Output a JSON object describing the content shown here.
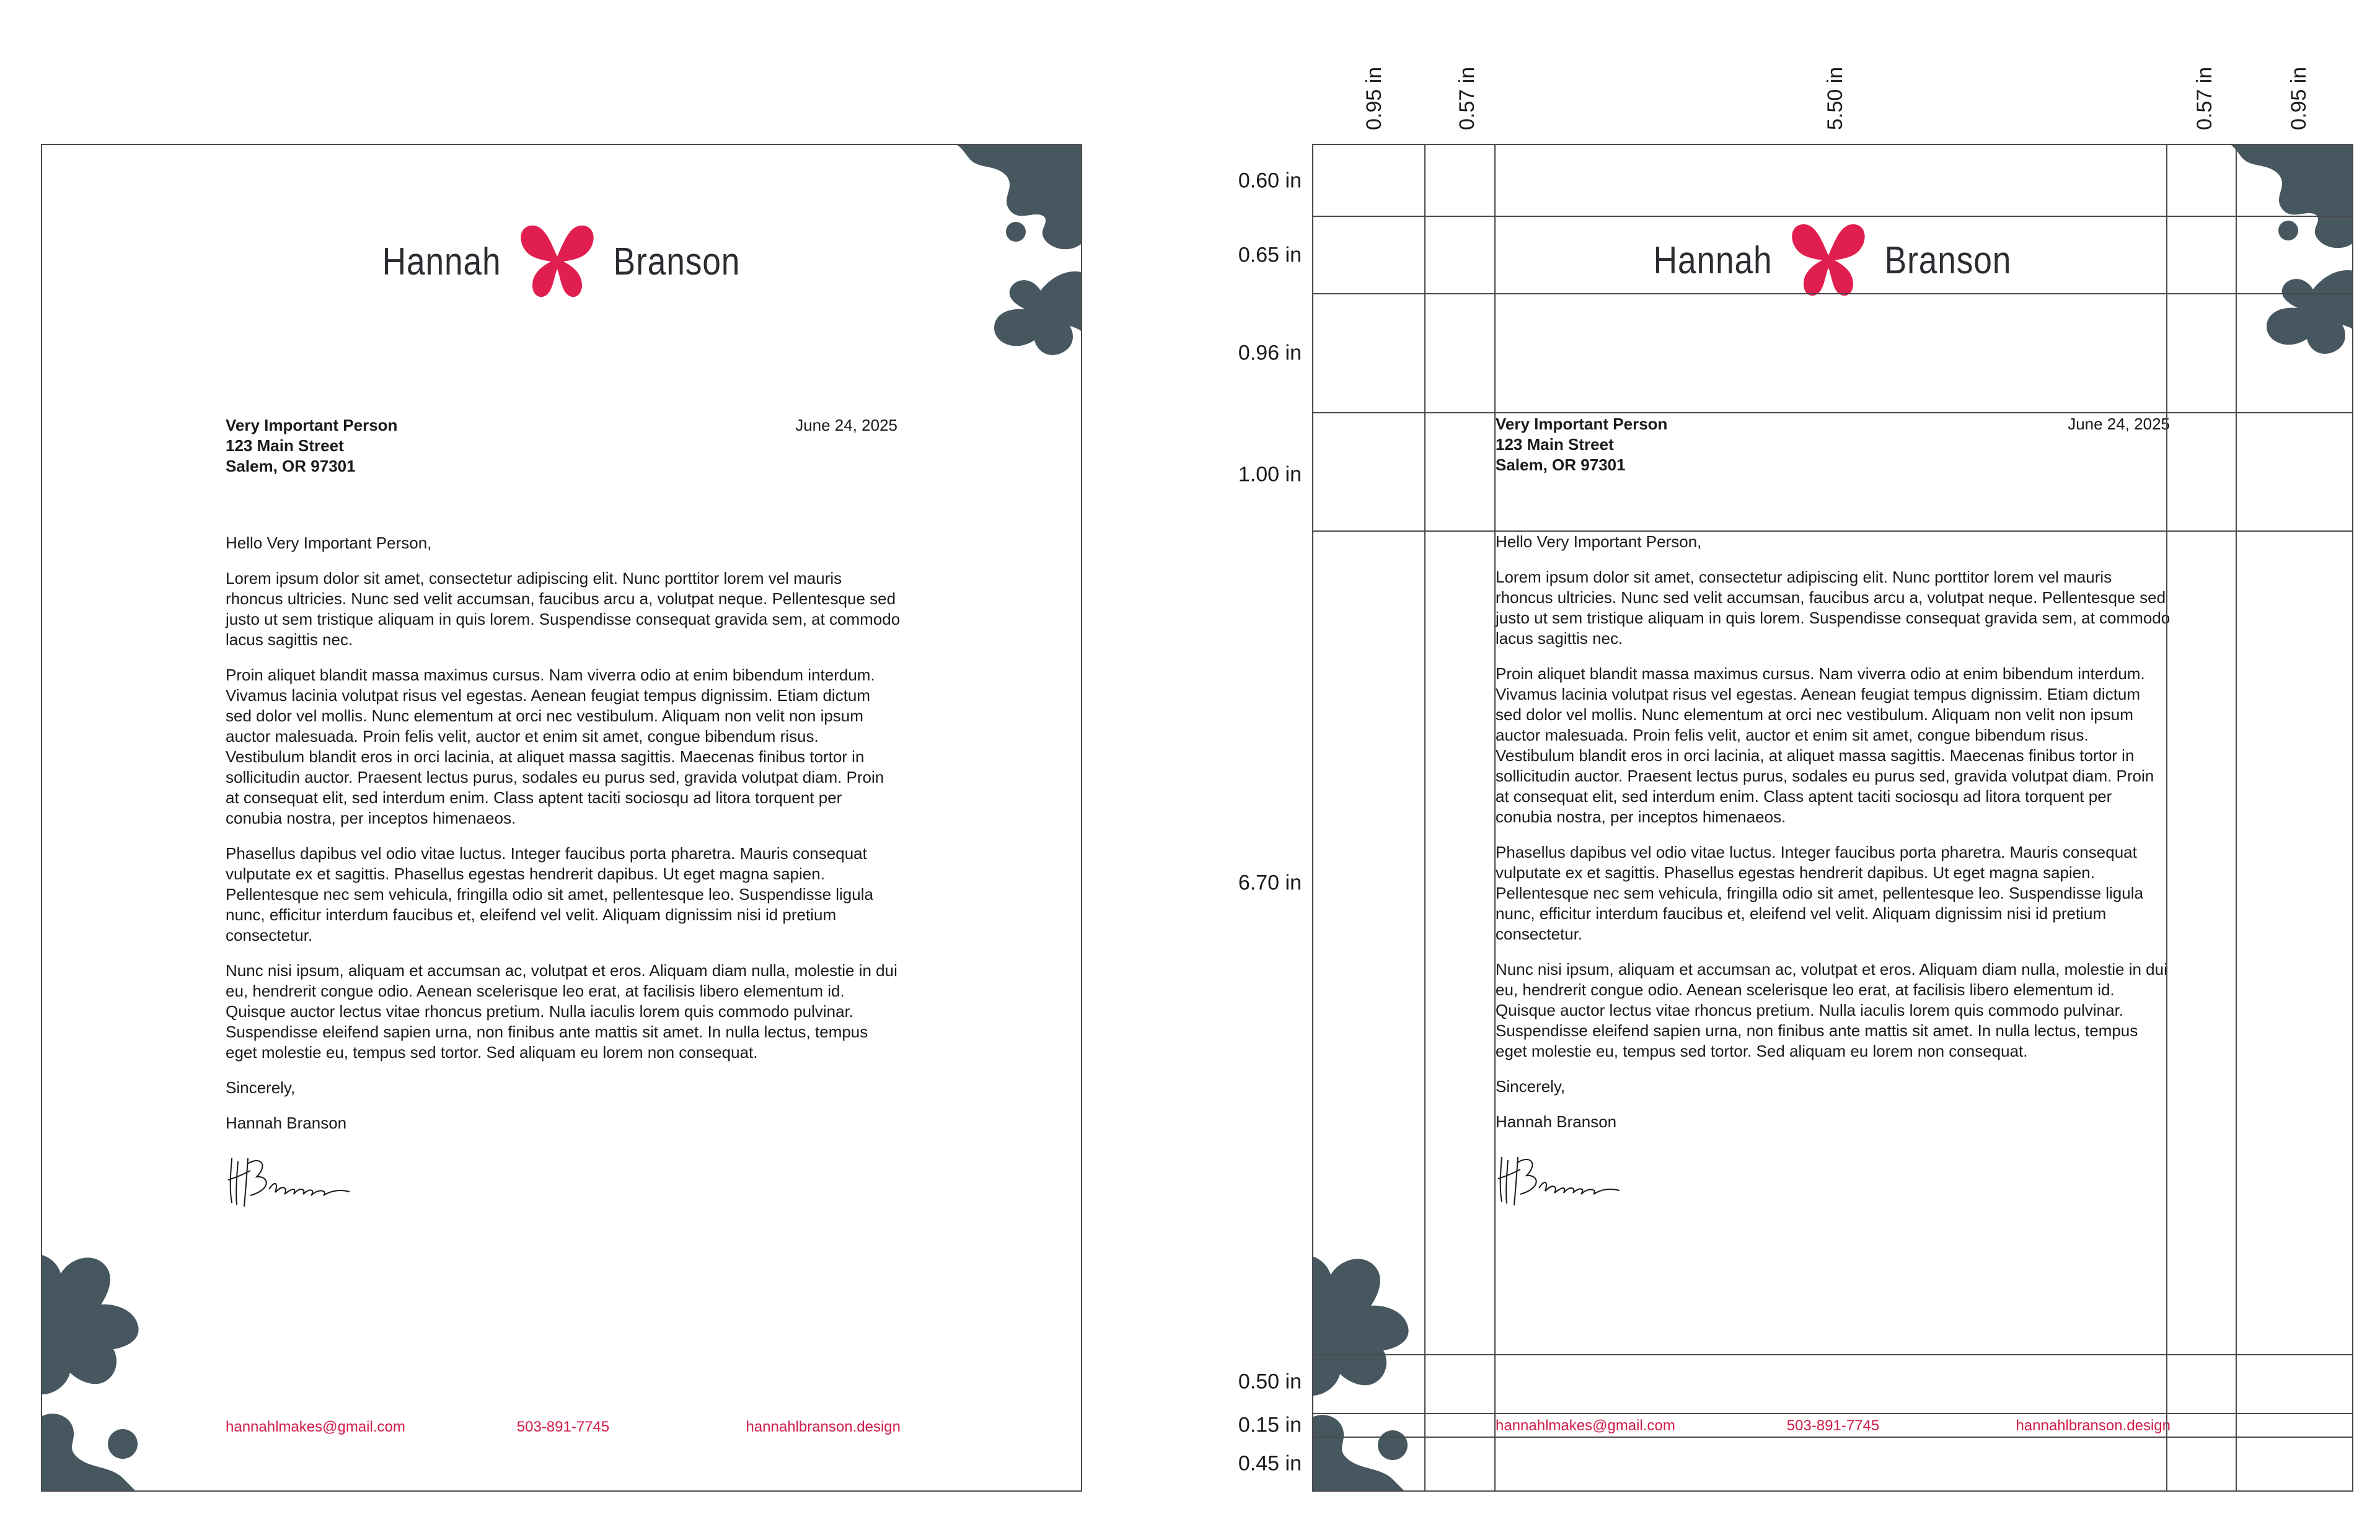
{
  "letterhead": {
    "first_name": "Hannah",
    "last_name": "Branson",
    "recipient": {
      "name": "Very Important Person",
      "street": "123 Main Street",
      "city": "Salem, OR 97301"
    },
    "date": "June 24, 2025",
    "greeting": "Hello Very Important Person,",
    "paragraphs": [
      "Lorem ipsum dolor sit amet, consectetur adipiscing elit. Nunc porttitor lorem vel mauris rhoncus ultricies. Nunc sed velit accumsan, faucibus arcu a, volutpat neque. Pellentesque sed justo ut sem tristique aliquam in quis lorem. Suspendisse consequat gravida sem, at commodo lacus sagittis nec.",
      "Proin aliquet blandit massa maximus cursus. Nam viverra odio at enim bibendum interdum. Vivamus lacinia volutpat risus vel egestas. Aenean feugiat tempus dignissim. Etiam dictum sed dolor vel mollis. Nunc elementum at orci nec vestibulum. Aliquam non velit non ipsum auctor malesuada. Proin felis velit, auctor et enim sit amet, congue bibendum risus. Vestibulum blandit eros in orci lacinia, at aliquet massa sagittis. Maecenas finibus tortor in sollicitudin auctor. Praesent lectus purus, sodales eu purus sed, gravida volutpat diam. Proin at consequat elit, sed interdum enim. Class aptent taciti sociosqu ad litora torquent per conubia nostra, per inceptos himenaeos.",
      "Phasellus dapibus vel odio vitae luctus. Integer faucibus porta pharetra. Mauris consequat vulputate ex et sagittis. Phasellus egestas hendrerit dapibus. Ut eget magna sapien. Pellentesque nec sem vehicula, fringilla odio sit amet, pellentesque leo. Suspendisse ligula nunc, efficitur interdum faucibus et, eleifend vel velit. Aliquam dignissim nisi id pretium consectetur.",
      "Nunc nisi ipsum, aliquam et accumsan ac, volutpat et eros. Aliquam diam nulla, molestie in dui eu, hendrerit congue odio. Aenean scelerisque leo erat, at facilisis libero elementum id. Quisque auctor lectus vitae rhoncus pretium. Nulla iaculis lorem quis commodo pulvinar. Suspendisse eleifend sapien urna, non finibus ante mattis sit amet. In nulla lectus, tempus eget molestie eu, tempus sed tortor. Sed aliquam eu lorem non consequat."
    ],
    "closing": "Sincerely,",
    "signer": "Hannah Branson",
    "signature_text": "H.Branson",
    "footer": {
      "email": "hannahlmakes@gmail.com",
      "phone": "503-891-7745",
      "website": "hannahlbranson.design"
    }
  },
  "grid": {
    "column_labels": [
      "0.95 in",
      "0.57 in",
      "5.50 in",
      "0.57 in",
      "0.95 in"
    ],
    "row_labels": [
      "0.60 in",
      "0.65 in",
      "0.96 in",
      "1.00 in",
      "6.70 in",
      "0.50 in",
      "0.15 in",
      "0.45 in"
    ]
  },
  "colors": {
    "brand_red": "#e01e4f",
    "blob_slate": "#475760",
    "footer_red": "#d11c47",
    "logo_text": "#2a2d31"
  },
  "icons": [
    "butterfly-logo-icon",
    "decorative-blob-icon",
    "signature-icon"
  ]
}
